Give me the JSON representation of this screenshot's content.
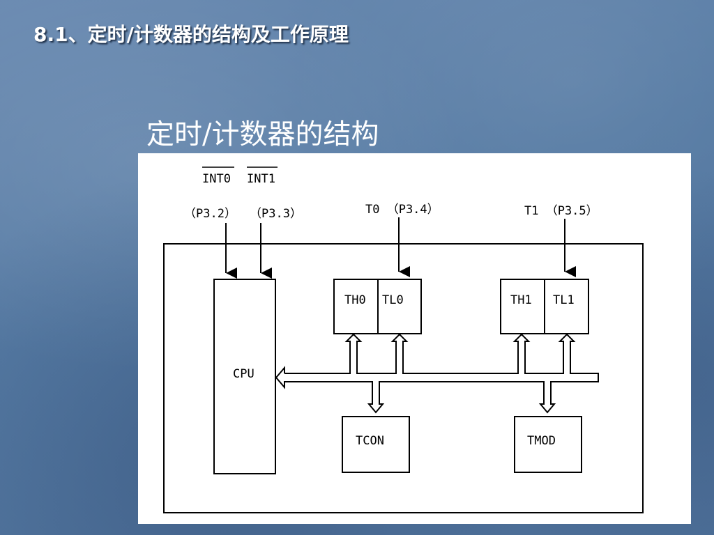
{
  "slide": {
    "title": "8.1、定时/计数器的结构及工作原理",
    "subtitle": "定时/计数器的结构"
  },
  "diagram": {
    "labels": {
      "int0": "INT0",
      "int1": "INT1",
      "p32": "（P3.2）",
      "p33": "（P3.3）",
      "t0_pin": "T0 （P3.4）",
      "t1_pin": "T1 （P3.5）",
      "cpu": "CPU",
      "th0": "TH0",
      "tl0": "TL0",
      "th1": "TH1",
      "tl1": "TL1",
      "tcon": "TCON",
      "tmod": "TMOD"
    }
  }
}
